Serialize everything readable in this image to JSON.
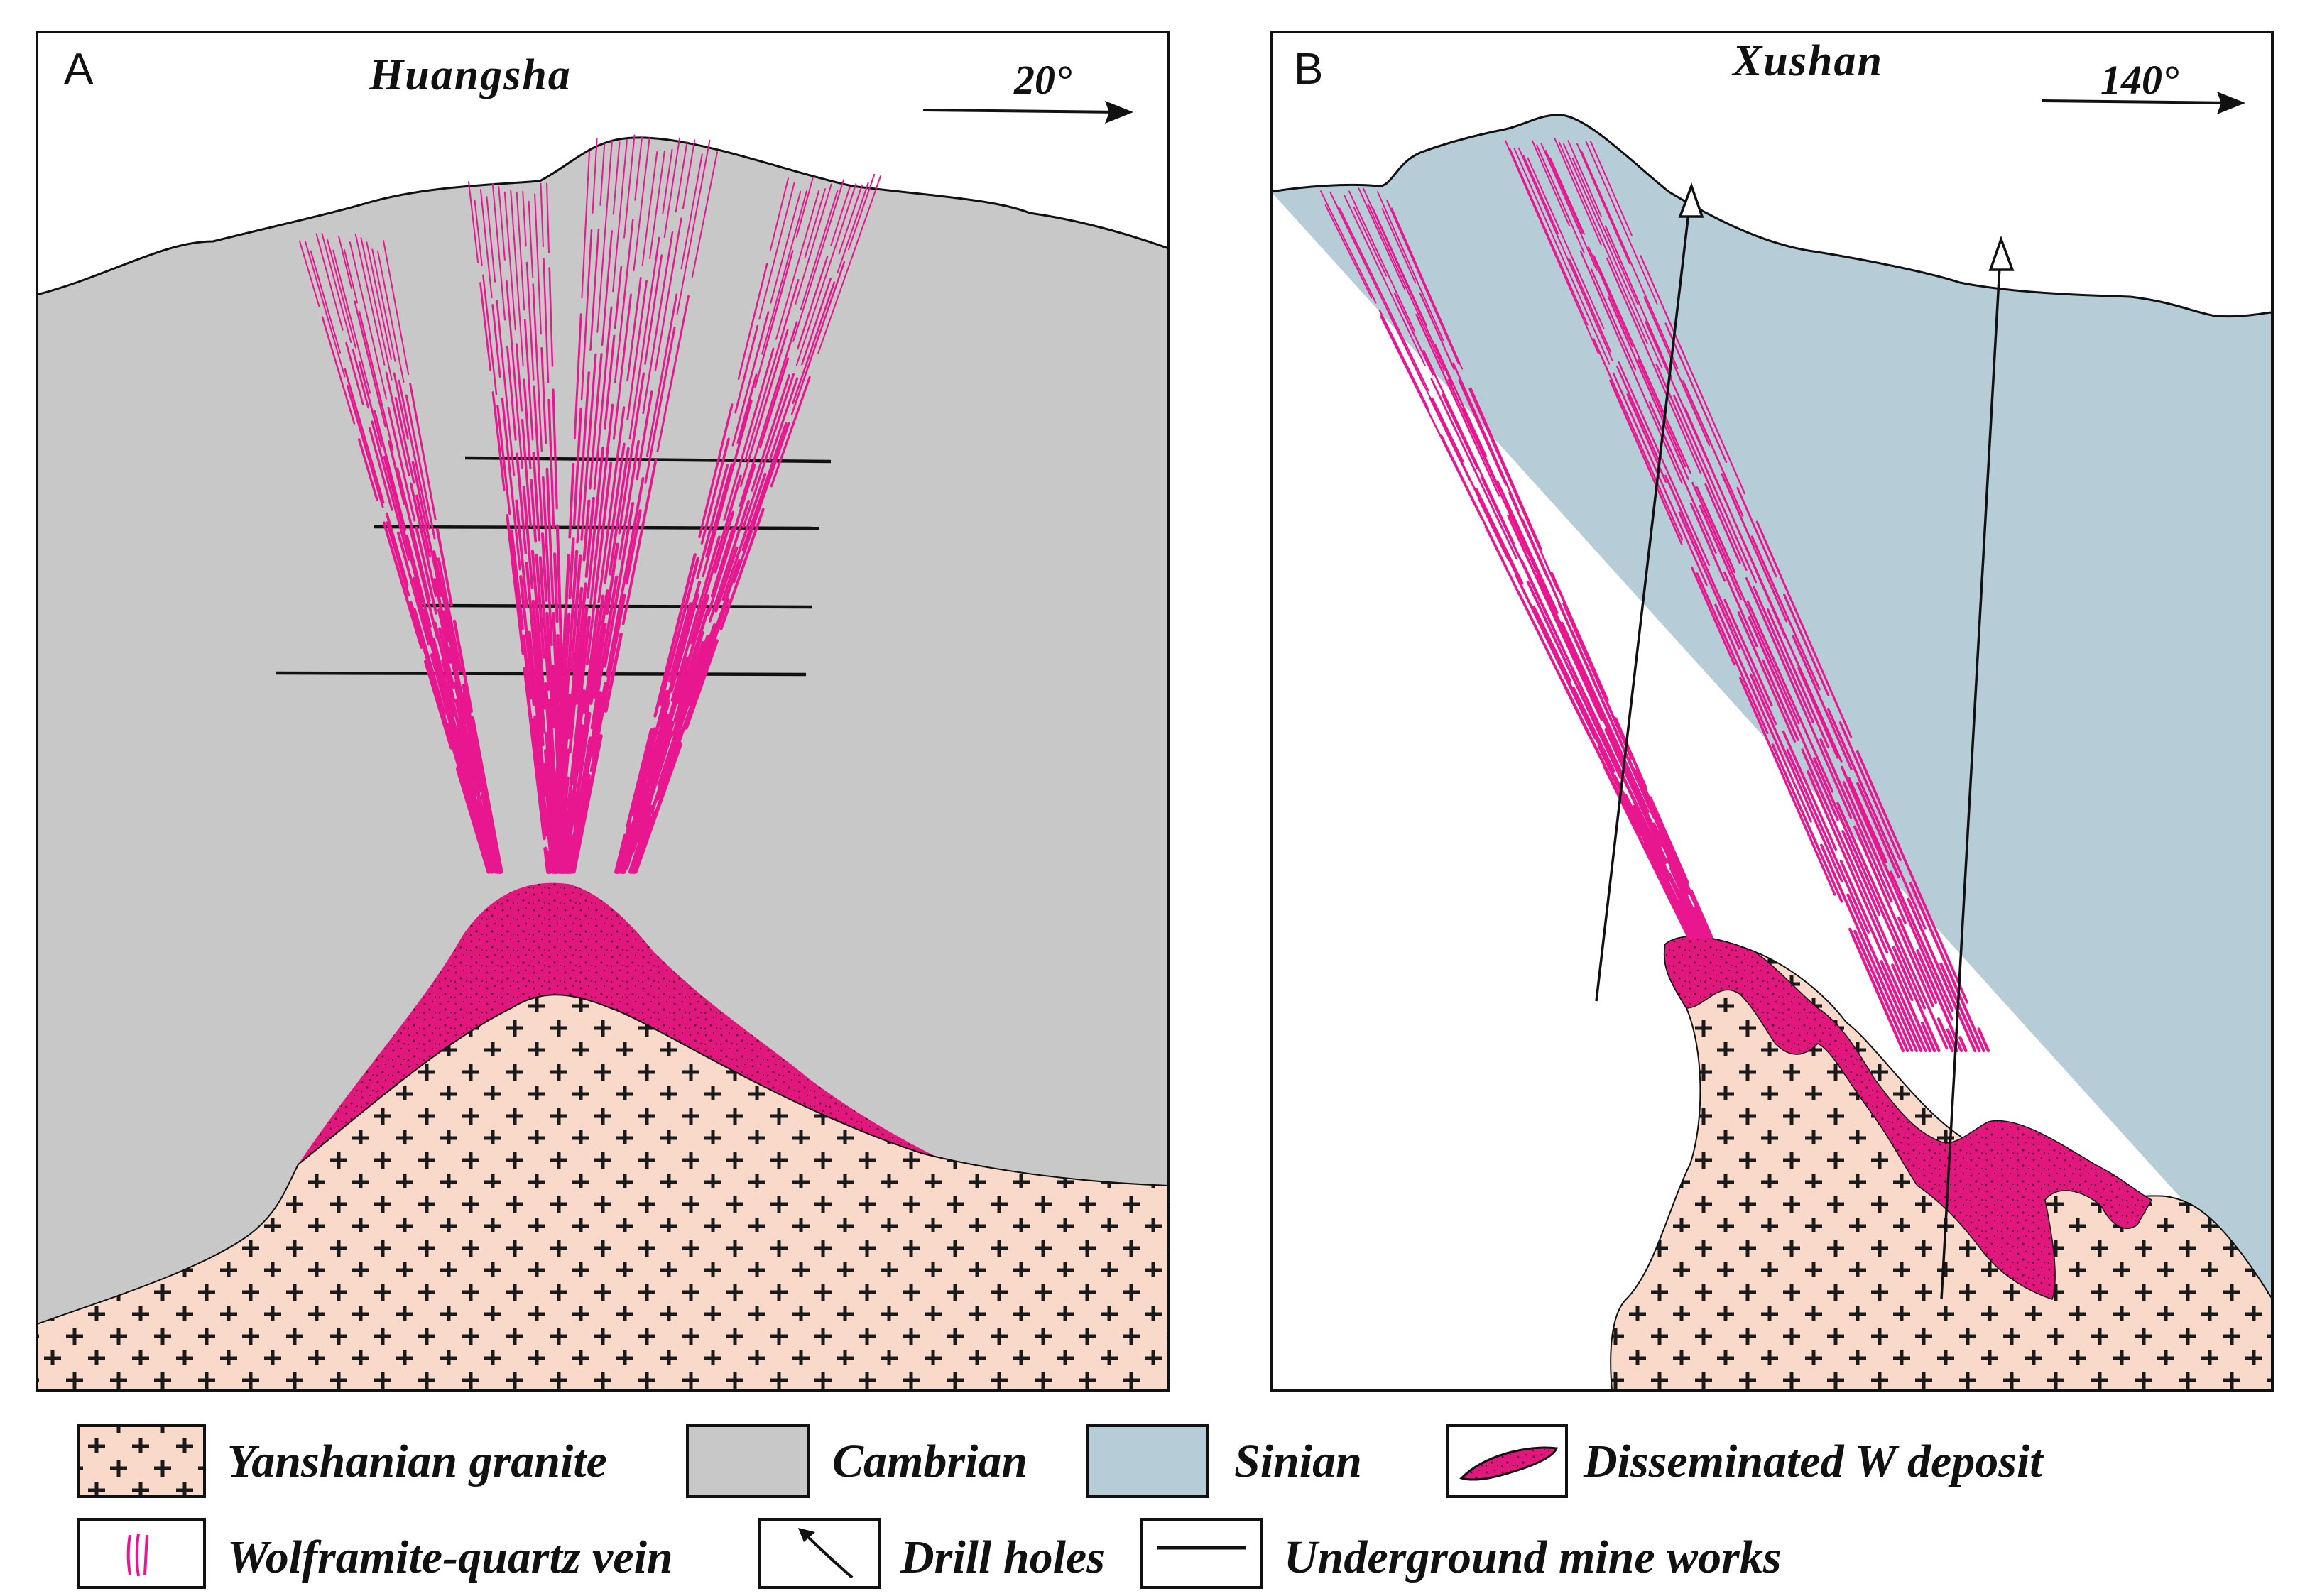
{
  "panels": [
    {
      "letter": "A",
      "title": "Huangsha",
      "direction": "20°"
    },
    {
      "letter": "B",
      "title": "Xushan",
      "direction": "140°"
    }
  ],
  "legend": {
    "granite": "Yanshanian granite",
    "cambrian": "Cambrian",
    "sinian": "Sinian",
    "disseminated": "Disseminated  W  deposit",
    "vein": "Wolframite-quartz vein",
    "drill": "Drill holes",
    "mine": "Underground mine works"
  },
  "colors": {
    "cambrian": "#c8c8c8",
    "sinian": "#b6cdd8",
    "granite": "#f9d9c9",
    "ore": "#e2177e",
    "vein": "#e8168f"
  }
}
